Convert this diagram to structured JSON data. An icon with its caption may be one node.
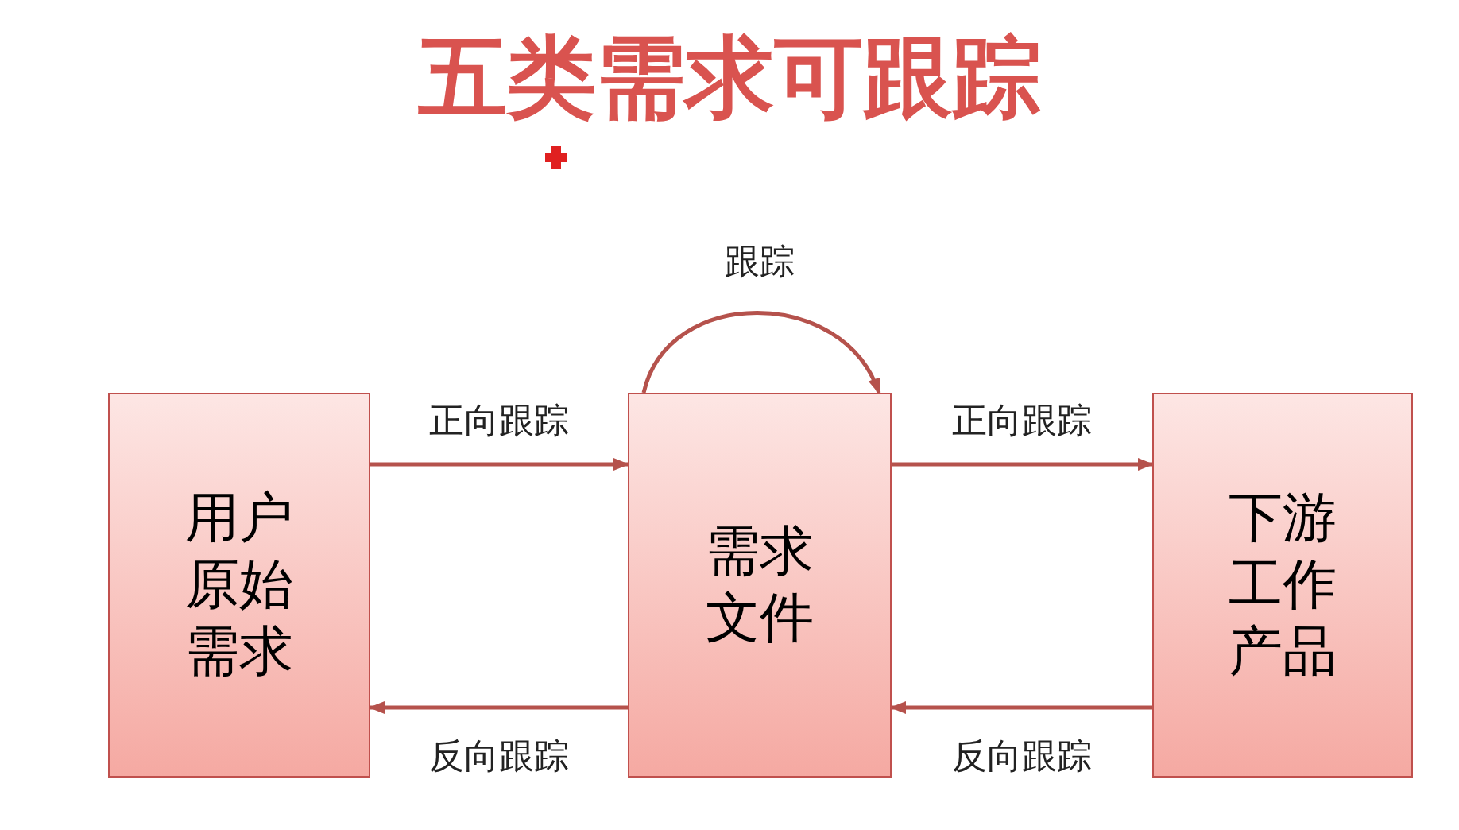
{
  "diagram": {
    "title": "五类需求可跟踪",
    "nodes": [
      {
        "text": [
          "用户原始需求"
        ]
      },
      {
        "text": [
          "需求文件"
        ]
      },
      {
        "text": [
          "下游工作产品"
        ]
      }
    ],
    "edges": [
      {
        "from": 0,
        "to": 1,
        "arrow": "to",
        "label": "正向跟踪"
      },
      {
        "from": 1,
        "to": 2,
        "arrow": "to",
        "label": "正向跟踪"
      },
      {
        "from": 1,
        "to": 0,
        "arrow": "to",
        "label": "反向跟踪"
      },
      {
        "from": 2,
        "to": 1,
        "arrow": "to",
        "label": "反向跟踪"
      },
      {
        "from": 1,
        "to": 1,
        "arrow": "to",
        "label": "跟踪"
      }
    ]
  }
}
